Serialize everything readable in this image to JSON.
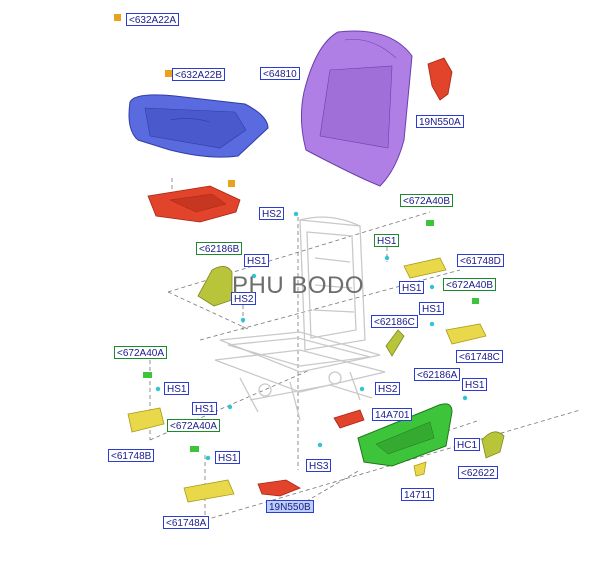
{
  "watermark": "PHU BODO",
  "colors": {
    "label_blue": "#2b3bd6",
    "label_green": "#1d8a2a",
    "cushion": "#5a6be0",
    "backrest": "#b07fe6",
    "red_part": "#e2432b",
    "yellow_part": "#e8d84a",
    "green_part": "#3ec43a",
    "olive_part": "#b8c43a",
    "bullet": "#e8a21c"
  },
  "labels": {
    "l632A22A": "<632A22A",
    "l632A22B": "<632A22B",
    "l64810": "<64810",
    "l19N550A": "19N550A",
    "lHS2top": "HS2",
    "l672A40Btop": "<672A40B",
    "lHS1a": "HS1",
    "l61748D": "<61748D",
    "l62186B": "<62186B",
    "lHS1b": "HS1",
    "lHS2left": "HS2",
    "lHS1c": "HS1",
    "l672A40Bmid": "<672A40B",
    "lHS1d": "HS1",
    "l62186C": "<62186C",
    "l61748C": "<61748C",
    "l672A40Aleft": "<672A40A",
    "lHS1e": "HS1",
    "lHS2mid": "HS2",
    "l62186A": "<62186A",
    "lHS1f": "HS1",
    "lHS1g": "HS1",
    "l14A701": "14A701",
    "l61748B": "<61748B",
    "l672A40Amid": "<672A40A",
    "lHS1h": "HS1",
    "lHC1": "HC1",
    "lHS3": "HS3",
    "l62622": "<62622",
    "l14711": "14711",
    "l19N550B": "19N550B",
    "l61748A": "<61748A"
  }
}
